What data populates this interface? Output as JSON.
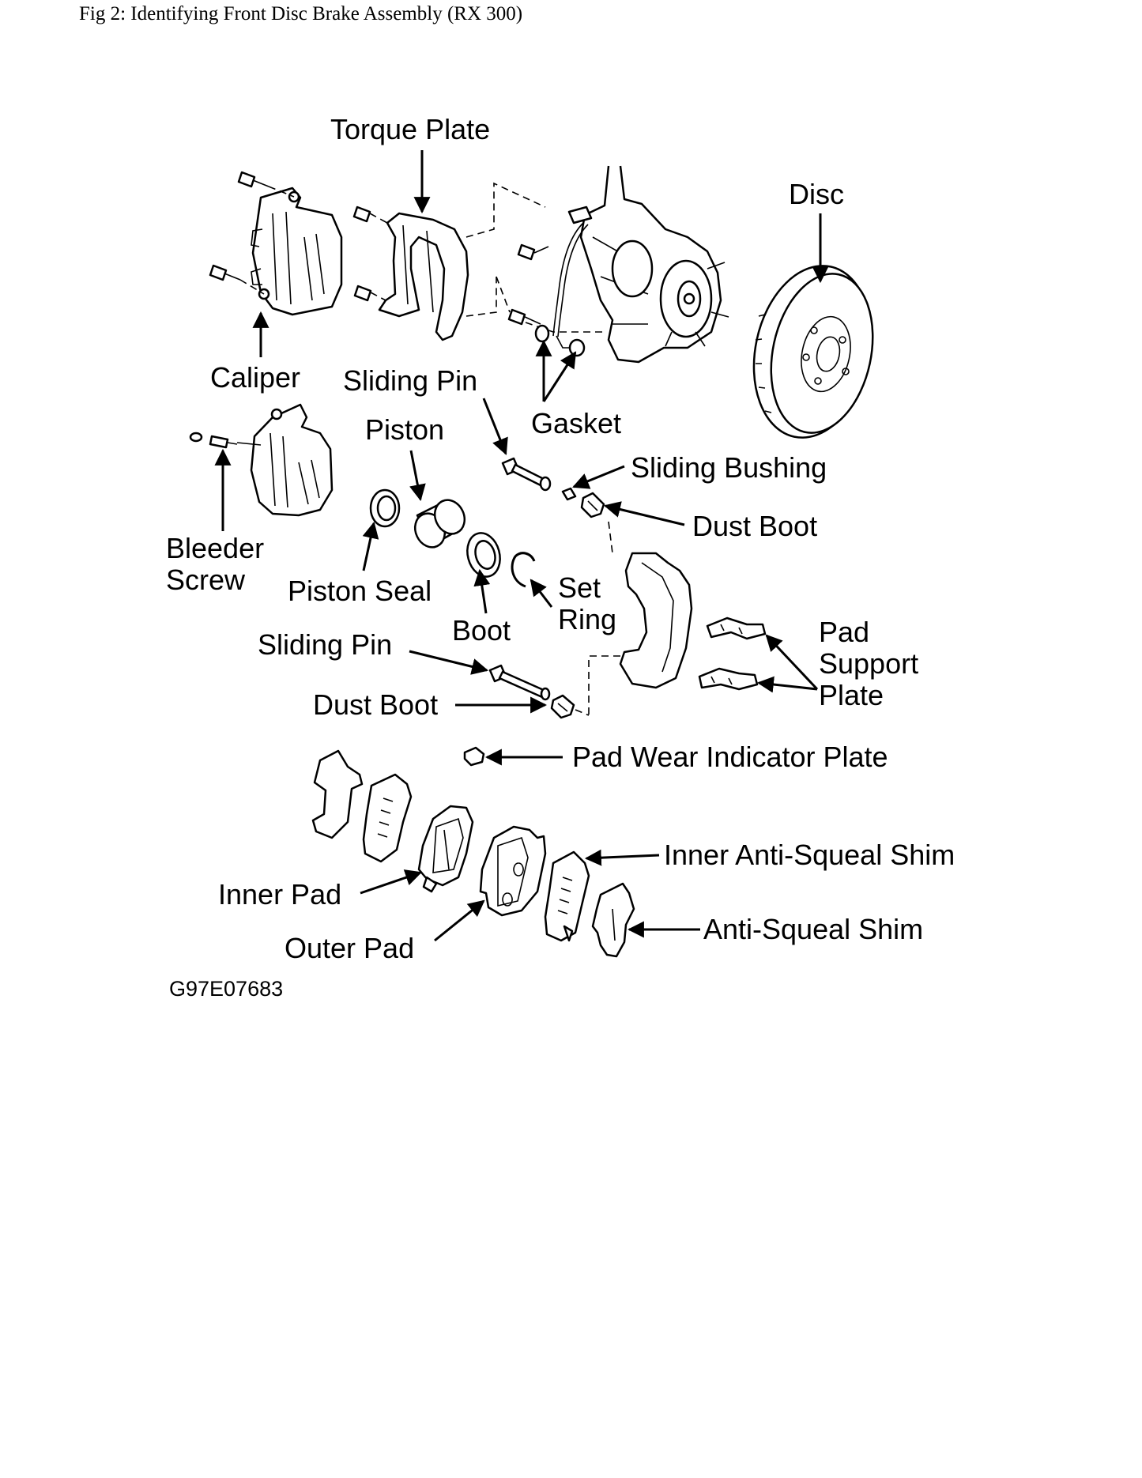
{
  "caption": "Fig 2: Identifying Front Disc Brake Assembly (RX 300)",
  "labels": {
    "torque_plate": "Torque Plate",
    "disc": "Disc",
    "caliper": "Caliper",
    "sliding_pin_top": "Sliding Pin",
    "gasket": "Gasket",
    "piston": "Piston",
    "sliding_bushing": "Sliding Bushing",
    "dust_boot_top": "Dust Boot",
    "bleeder_screw_line1": "Bleeder",
    "bleeder_screw_line2": "Screw",
    "piston_seal": "Piston Seal",
    "set_ring_line1": "Set",
    "set_ring_line2": "Ring",
    "boot": "Boot",
    "pad_support_plate_line1": "Pad",
    "pad_support_plate_line2": "Support",
    "pad_support_plate_line3": "Plate",
    "sliding_pin_bottom": "Sliding Pin",
    "dust_boot_bottom": "Dust Boot",
    "pad_wear_indicator_plate": "Pad Wear Indicator Plate",
    "inner_anti_squeal_shim": "Inner Anti-Squeal Shim",
    "inner_pad": "Inner Pad",
    "anti_squeal_shim": "Anti-Squeal Shim",
    "outer_pad": "Outer Pad"
  },
  "figure_code": "G97E07683"
}
